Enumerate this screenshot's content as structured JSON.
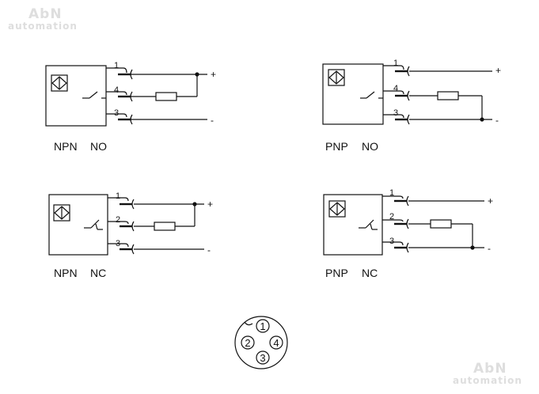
{
  "watermark": {
    "brand": "AbN",
    "sub": "automation"
  },
  "diagrams": [
    {
      "id": "npn-no",
      "type": "NPN",
      "contact": "NO",
      "pins": [
        "1",
        "4",
        "3"
      ],
      "signs": [
        "+",
        "-"
      ]
    },
    {
      "id": "pnp-no",
      "type": "PNP",
      "contact": "NO",
      "pins": [
        "1",
        "4",
        "3"
      ],
      "signs": [
        "+",
        "-"
      ]
    },
    {
      "id": "npn-nc",
      "type": "NPN",
      "contact": "NC",
      "pins": [
        "1",
        "2",
        "3"
      ],
      "signs": [
        "+",
        "-"
      ]
    },
    {
      "id": "pnp-nc",
      "type": "PNP",
      "contact": "NC",
      "pins": [
        "1",
        "2",
        "3"
      ],
      "signs": [
        "+",
        "-"
      ]
    }
  ],
  "connector": {
    "pins": [
      "1",
      "2",
      "3",
      "4"
    ]
  }
}
